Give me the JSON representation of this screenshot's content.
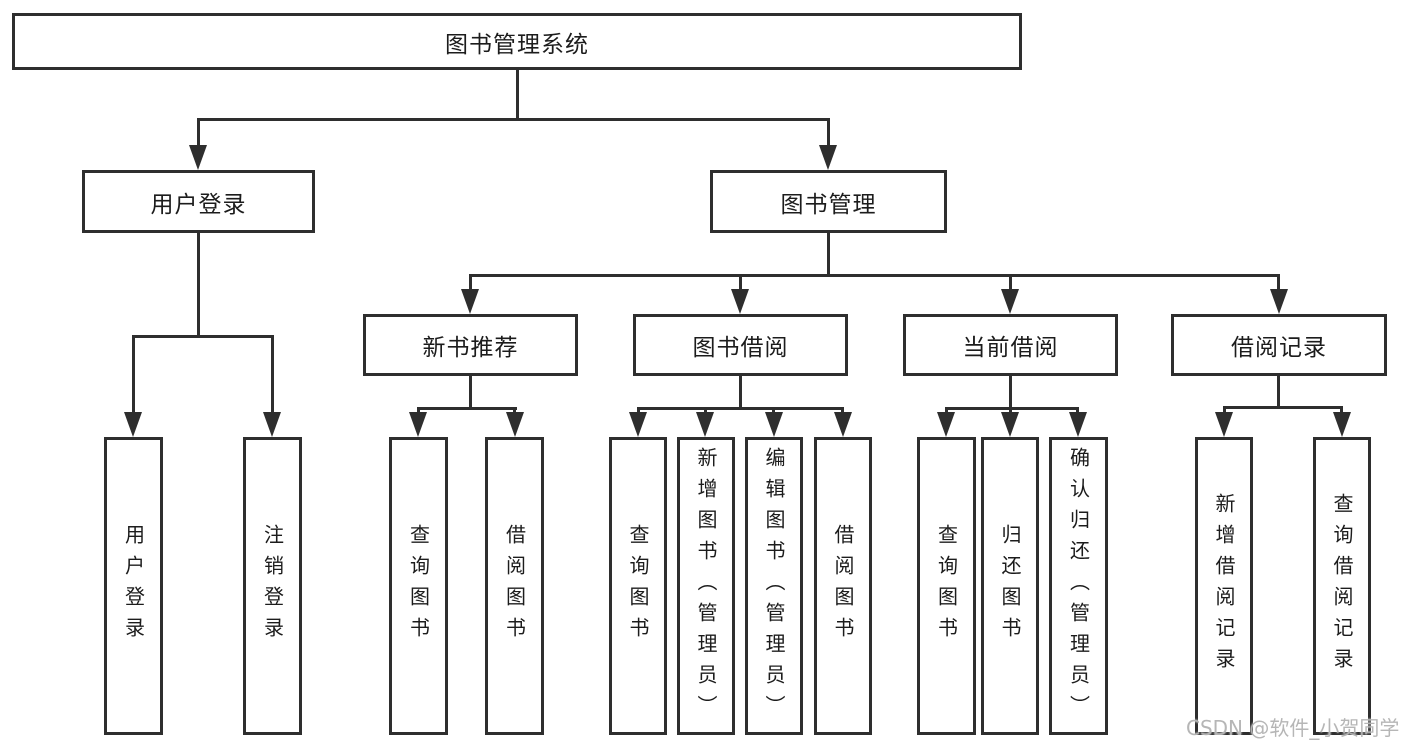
{
  "diagram": {
    "root": {
      "label": "图书管理系统"
    },
    "branches": [
      {
        "label": "用户登录",
        "children": [
          {
            "label": "用户登录"
          },
          {
            "label": "注销登录"
          }
        ]
      },
      {
        "label": "图书管理",
        "children": [
          {
            "label": "新书推荐",
            "children": [
              {
                "label": "查询图书"
              },
              {
                "label": "借阅图书"
              }
            ]
          },
          {
            "label": "图书借阅",
            "children": [
              {
                "label": "查询图书"
              },
              {
                "label": "新增图书（管理员）"
              },
              {
                "label": "编辑图书（管理员）"
              },
              {
                "label": "借阅图书"
              }
            ]
          },
          {
            "label": "当前借阅",
            "children": [
              {
                "label": "查询图书"
              },
              {
                "label": "归还图书"
              },
              {
                "label": "确认归还（管理员）"
              }
            ]
          },
          {
            "label": "借阅记录",
            "children": [
              {
                "label": "新增借阅记录"
              },
              {
                "label": "查询借阅记录"
              }
            ]
          }
        ]
      }
    ]
  },
  "watermark": {
    "text": "CSDN @软件_小贺同学"
  },
  "colors": {
    "line": "#2e2e2e",
    "text": "#1c1c1c",
    "background": "#ffffff",
    "watermark": "#b2b2b2"
  }
}
